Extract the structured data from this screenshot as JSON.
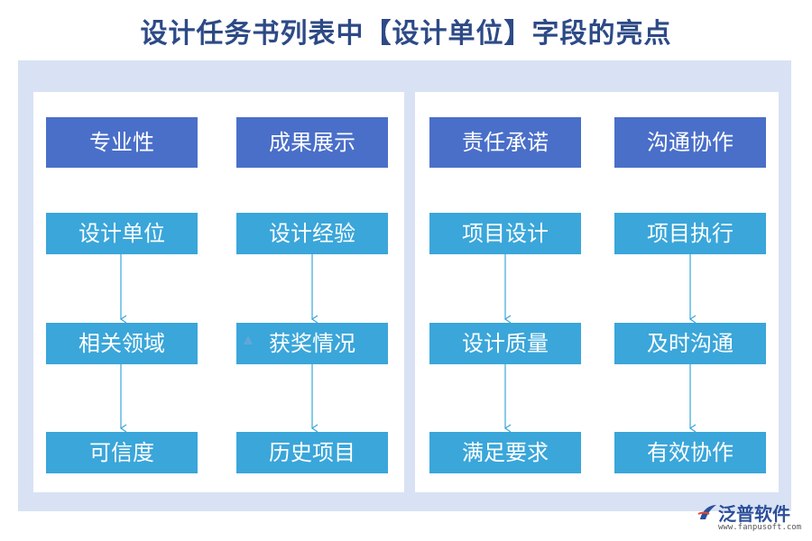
{
  "title": "设计任务书列表中【设计单位】字段的亮点",
  "columns": [
    {
      "header": "专业性",
      "items": [
        "设计单位",
        "相关领域",
        "可信度"
      ]
    },
    {
      "header": "成果展示",
      "items": [
        "设计经验",
        "获奖情况",
        "历史项目"
      ]
    },
    {
      "header": "责任承诺",
      "items": [
        "项目设计",
        "设计质量",
        "满足要求"
      ]
    },
    {
      "header": "沟通协作",
      "items": [
        "项目执行",
        "及时沟通",
        "有效协作"
      ]
    }
  ],
  "logo": {
    "name": "泛普软件",
    "url": "www.fanpusoft.com"
  },
  "colors": {
    "header": "#4a6fc9",
    "item": "#3aa6da",
    "frame": "#d8e2f4",
    "title": "#2d4a86",
    "arrow": "#3aa6da"
  }
}
